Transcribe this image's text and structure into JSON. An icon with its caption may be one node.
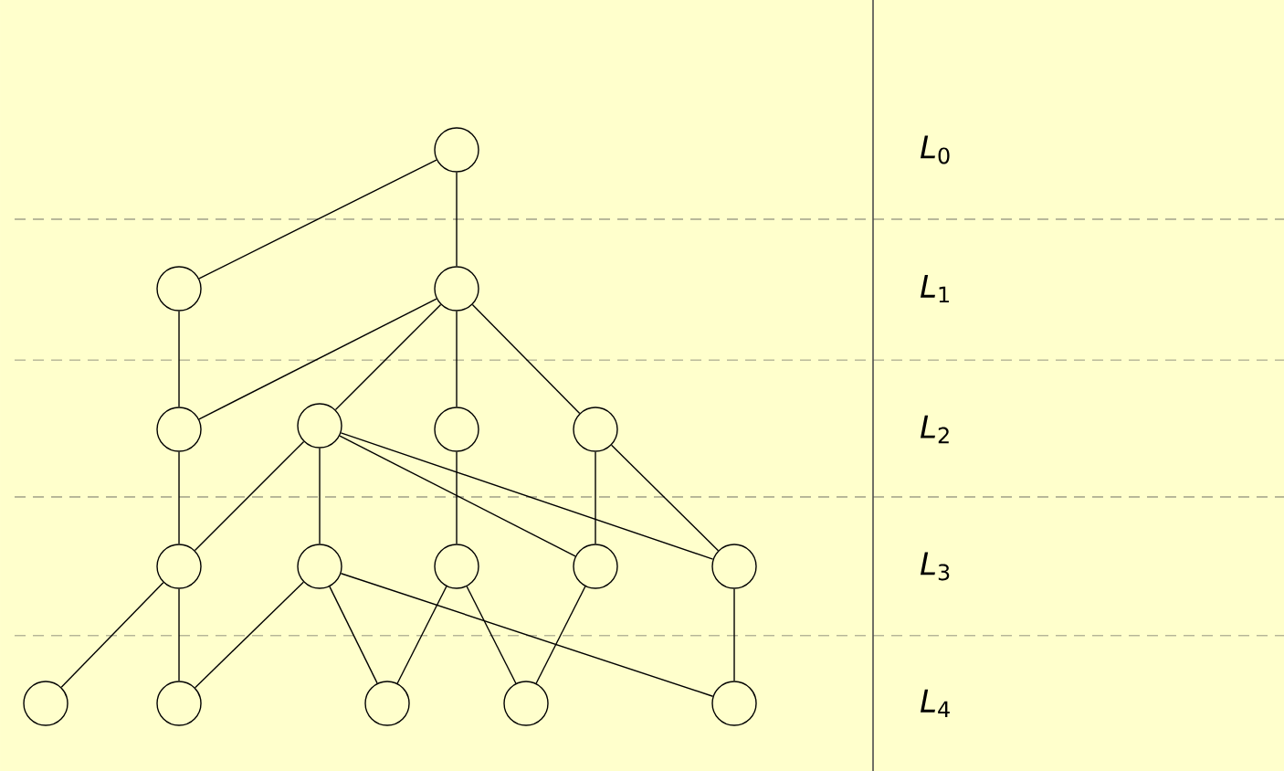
{
  "diagram": {
    "nodes": [
      {
        "text": [],
        "shape": "circle"
      },
      {
        "text": [],
        "shape": "circle"
      },
      {
        "text": [],
        "shape": "circle"
      },
      {
        "text": [],
        "shape": "circle"
      },
      {
        "text": [],
        "shape": "circle"
      },
      {
        "text": [],
        "shape": "circle"
      },
      {
        "text": [],
        "shape": "circle"
      },
      {
        "text": [],
        "shape": "circle"
      },
      {
        "text": [],
        "shape": "circle"
      },
      {
        "text": [],
        "shape": "circle"
      },
      {
        "text": [],
        "shape": "circle"
      },
      {
        "text": [],
        "shape": "circle"
      },
      {
        "text": [],
        "shape": "circle"
      },
      {
        "text": [],
        "shape": "circle"
      },
      {
        "text": [],
        "shape": "circle"
      },
      {
        "text": [],
        "shape": "circle"
      },
      {
        "text": [],
        "shape": "circle"
      }
    ],
    "edges": [
      {
        "from": 0,
        "to": 1,
        "arrow": "none"
      },
      {
        "from": 0,
        "to": 2,
        "arrow": "none"
      },
      {
        "from": 1,
        "to": 3,
        "arrow": "none"
      },
      {
        "from": 2,
        "to": 3,
        "arrow": "none"
      },
      {
        "from": 2,
        "to": 4,
        "arrow": "none"
      },
      {
        "from": 2,
        "to": 5,
        "arrow": "none"
      },
      {
        "from": 2,
        "to": 6,
        "arrow": "none"
      },
      {
        "from": 3,
        "to": 7,
        "arrow": "none"
      },
      {
        "from": 4,
        "to": 7,
        "arrow": "none"
      },
      {
        "from": 4,
        "to": 8,
        "arrow": "none"
      },
      {
        "from": 4,
        "to": 10,
        "arrow": "none"
      },
      {
        "from": 4,
        "to": 11,
        "arrow": "none"
      },
      {
        "from": 5,
        "to": 9,
        "arrow": "none"
      },
      {
        "from": 6,
        "to": 10,
        "arrow": "none"
      },
      {
        "from": 6,
        "to": 11,
        "arrow": "none"
      },
      {
        "from": 7,
        "to": 12,
        "arrow": "none"
      },
      {
        "from": 7,
        "to": 13,
        "arrow": "none"
      },
      {
        "from": 8,
        "to": 13,
        "arrow": "none"
      },
      {
        "from": 8,
        "to": 14,
        "arrow": "none"
      },
      {
        "from": 8,
        "to": 16,
        "arrow": "none"
      },
      {
        "from": 9,
        "to": 14,
        "arrow": "none"
      },
      {
        "from": 9,
        "to": 15,
        "arrow": "none"
      },
      {
        "from": 10,
        "to": 15,
        "arrow": "none"
      },
      {
        "from": 11,
        "to": 16,
        "arrow": "none"
      }
    ],
    "labels": [
      "*L*$_{0}$",
      "*L*$_{1}$",
      "*L*$_{2}$",
      "*L*$_{3}$",
      "*L*$_{4}$"
    ]
  }
}
